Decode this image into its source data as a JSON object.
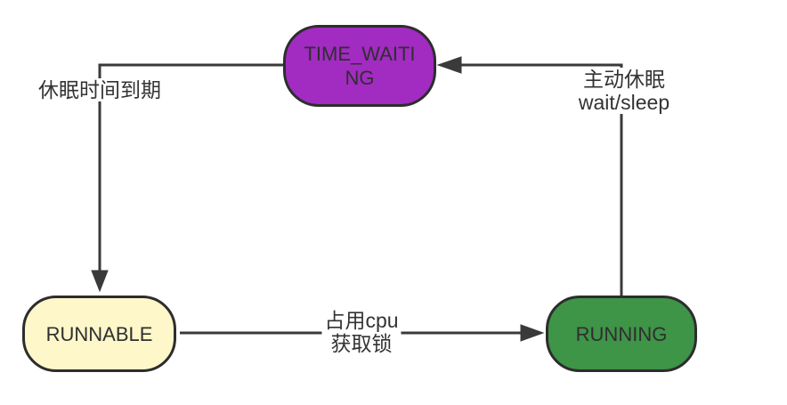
{
  "diagram": {
    "title": "thread-state-transition-diagram",
    "background_color": "#ffffff",
    "stroke_color": "#3a3a3a",
    "node_border_color": "#2d2d2d",
    "nodes": [
      {
        "id": "time-waiting",
        "label": "TIME_WAITING",
        "label_lines": [
          "TIME_WAITI",
          "NG"
        ],
        "fill": "#a22bc2",
        "shape": "rounded-rectangle"
      },
      {
        "id": "runnable",
        "label": "RUNNABLE",
        "fill": "#fdf7c9",
        "shape": "rounded-rectangle"
      },
      {
        "id": "running",
        "label": "RUNNING",
        "fill": "#3e9447",
        "shape": "rounded-rectangle"
      }
    ],
    "edges": [
      {
        "from": "TIME_WAITING",
        "to": "RUNNABLE",
        "label": "休眠时间到期",
        "direction": "left-then-down"
      },
      {
        "from": "RUNNING",
        "to": "TIME_WAITING",
        "label_lines": [
          "主动休眠",
          "wait/sleep"
        ],
        "direction": "up-then-left"
      },
      {
        "from": "RUNNABLE",
        "to": "RUNNING",
        "label_lines": [
          "占用cpu",
          "获取锁"
        ],
        "direction": "right"
      }
    ]
  }
}
